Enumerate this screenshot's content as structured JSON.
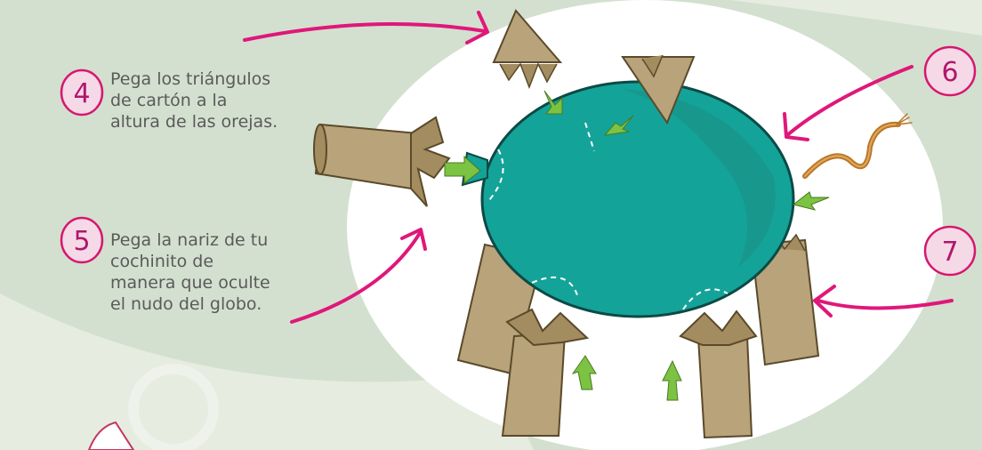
{
  "steps": [
    {
      "number": "4",
      "lines": [
        "Pega los triángulos",
        "de cartón a la",
        "altura de las orejas."
      ]
    },
    {
      "number": "5",
      "lines": [
        "Pega la nariz de tu",
        "cochinito de",
        "manera que oculte",
        "el nudo del globo."
      ]
    },
    {
      "number": "6"
    },
    {
      "number": "7"
    }
  ],
  "colors": {
    "background": "#d3e0cf",
    "panel": "#ffffff",
    "balloon": "#14a398",
    "cardboard": "#b8a37a",
    "pointer_arrow": "#e0177a",
    "guide_arrow": "#7cc243",
    "text": "#5a5a5a"
  },
  "icons": [
    "number-badge-icon",
    "pointer-arrow-icon",
    "guide-arrow-icon",
    "balloon-icon",
    "cardboard-tube-icon",
    "cardboard-triangle-icon",
    "string-tail-icon"
  ]
}
